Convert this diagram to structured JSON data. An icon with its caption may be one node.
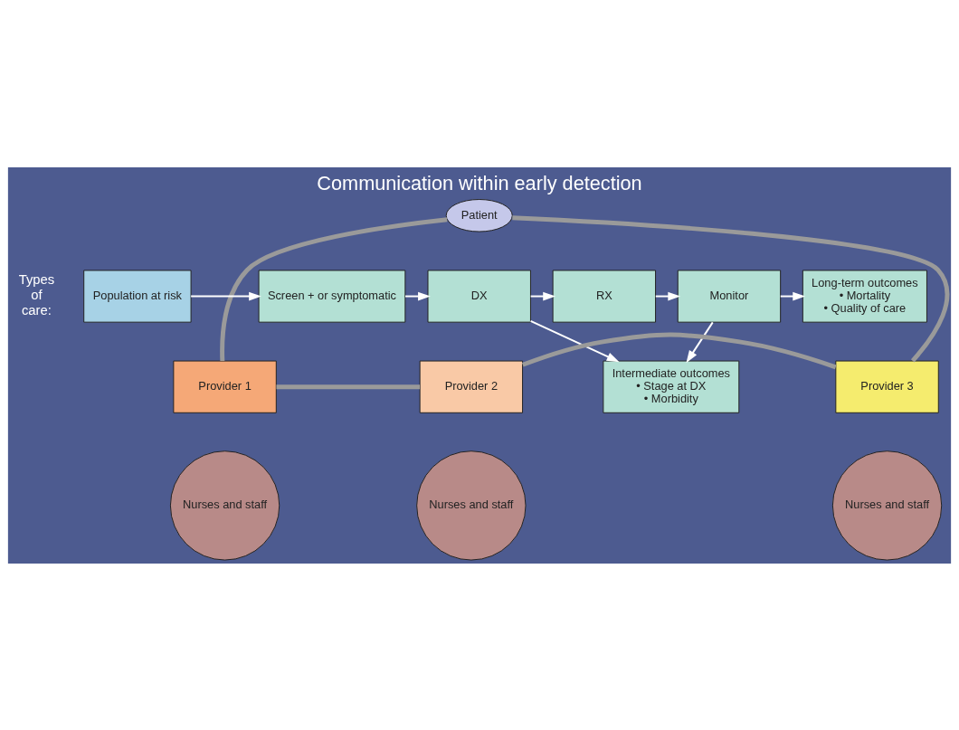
{
  "diagram": {
    "title": "Communication within early detection",
    "nodes": [
      {
        "text": [
          "Patient"
        ]
      },
      {
        "text": [
          "Population at risk"
        ]
      },
      {
        "text": [
          "Screen + or symptomatic"
        ]
      },
      {
        "text": [
          "DX"
        ]
      },
      {
        "text": [
          "RX"
        ]
      },
      {
        "text": [
          "Monitor"
        ]
      },
      {
        "text": [
          "Long-term outcomes",
          "• Mortality",
          "• Quality of care"
        ]
      },
      {
        "text": [
          "Intermediate outcomes",
          "• Stage at DX",
          "• Morbidity"
        ]
      },
      {
        "text": [
          "Provider 1"
        ]
      },
      {
        "text": [
          "Provider 2"
        ]
      },
      {
        "text": [
          "Provider 3"
        ]
      },
      {
        "text": [
          "Nurses and staff"
        ]
      },
      {
        "text": [
          "Nurses and staff"
        ]
      },
      {
        "text": [
          "Nurses and staff"
        ]
      }
    ],
    "edges": [
      {
        "from": 1,
        "to": 2,
        "arrow": "to"
      },
      {
        "from": 2,
        "to": 3,
        "arrow": "to"
      },
      {
        "from": 3,
        "to": 4,
        "arrow": "to"
      },
      {
        "from": 4,
        "to": 5,
        "arrow": "to"
      },
      {
        "from": 5,
        "to": 6,
        "arrow": "to"
      },
      {
        "from": 3,
        "to": 7,
        "arrow": "to"
      },
      {
        "from": 5,
        "to": 7,
        "arrow": "to"
      },
      {
        "from": 0,
        "to": 8,
        "arrow": "none",
        "style": "thick",
        "color": "#9a9a9a"
      },
      {
        "from": 0,
        "to": 10,
        "arrow": "none",
        "style": "thick",
        "color": "#9a9a9a"
      },
      {
        "from": 8,
        "to": 9,
        "arrow": "none",
        "style": "thick",
        "color": "#9a9a9a"
      },
      {
        "from": 9,
        "to": 10,
        "arrow": "none",
        "style": "thick",
        "color": "#9a9a9a"
      }
    ],
    "labels": [
      "Types of care:"
    ]
  }
}
